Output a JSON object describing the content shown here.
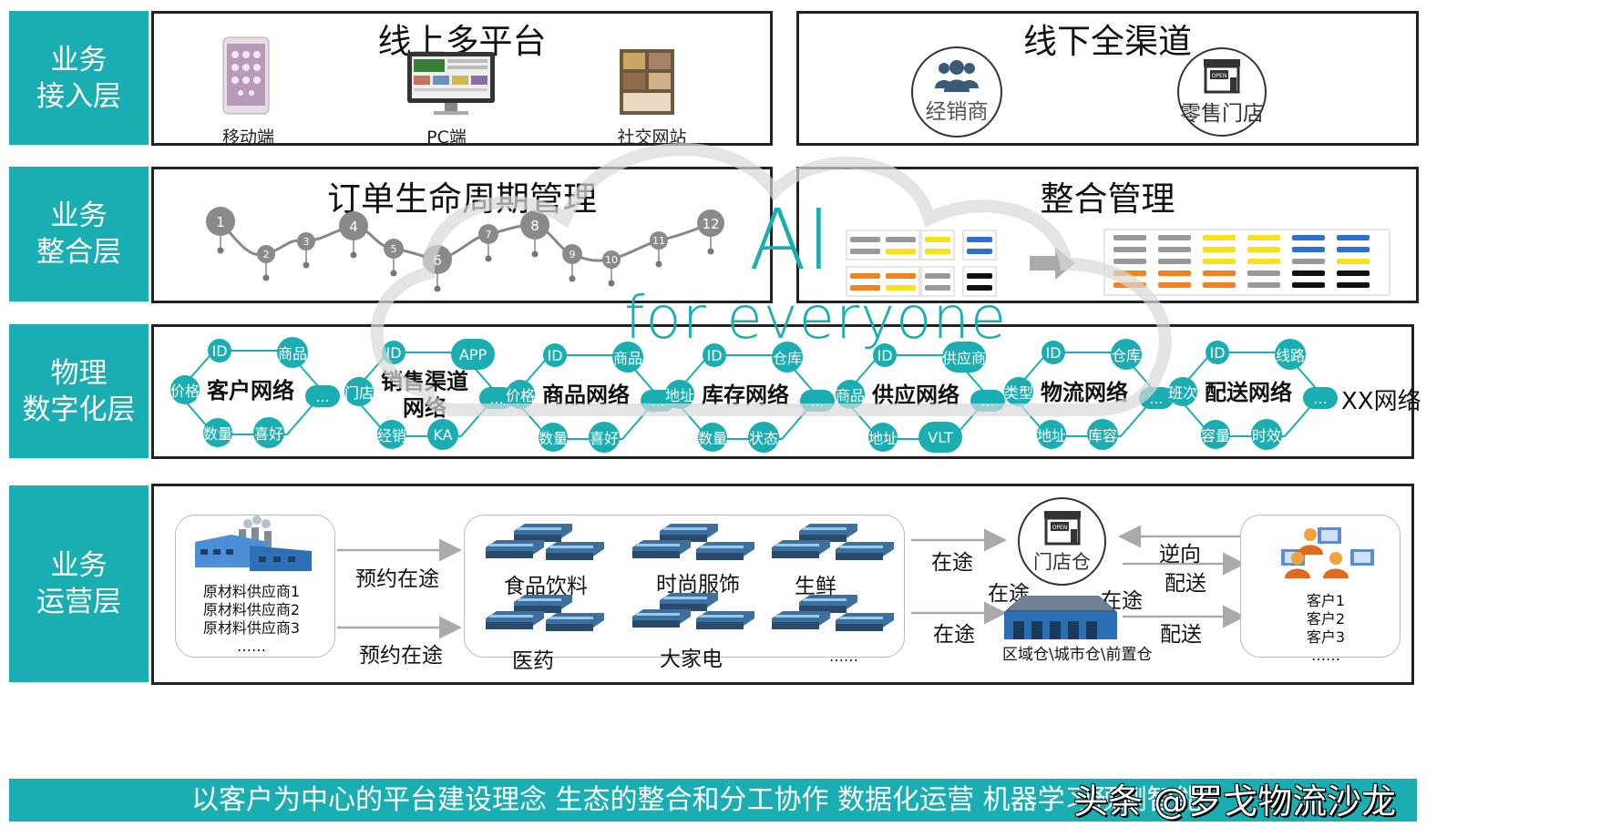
{
  "layers": [
    {
      "label": "业务\n接入层"
    },
    {
      "label": "业务\n整合层"
    },
    {
      "label": "物理\n数字化层"
    },
    {
      "label": "业务\n运营层"
    }
  ],
  "access": {
    "online_title": "线上多平台",
    "online_channels": [
      "移动端",
      "PC端",
      "社交网站"
    ],
    "offline_title": "线下全渠道",
    "offline_channels": [
      "经销商",
      "零售门店"
    ],
    "open_sign": "OPEN"
  },
  "integration": {
    "order_title": "订单生命周期管理",
    "order_steps": [
      "1",
      "2",
      "3",
      "4",
      "5",
      "6",
      "7",
      "8",
      "9",
      "10",
      "11",
      "12"
    ],
    "mgmt_title": "整合管理"
  },
  "watermark": {
    "line1": "AI",
    "line2": "for everyone"
  },
  "networks": [
    {
      "name": "客户网络",
      "tags": [
        "ID",
        "商品",
        "价格",
        "...",
        "数量",
        "喜好"
      ]
    },
    {
      "name": "销售渠道\n网络",
      "tags": [
        "ID",
        "APP",
        "门店",
        "...",
        "经销",
        "KA"
      ]
    },
    {
      "name": "商品网络",
      "tags": [
        "ID",
        "商品",
        "价格",
        "...",
        "数量",
        "喜好"
      ]
    },
    {
      "name": "库存网络",
      "tags": [
        "ID",
        "仓库",
        "地址",
        "...",
        "数量",
        "状态"
      ]
    },
    {
      "name": "供应网络",
      "tags": [
        "ID",
        "供应商",
        "商品",
        "...",
        "地址",
        "VLT"
      ]
    },
    {
      "name": "物流网络",
      "tags": [
        "ID",
        "仓库",
        "类型",
        "...",
        "地址",
        "库容"
      ]
    },
    {
      "name": "配送网络",
      "tags": [
        "ID",
        "线路",
        "班次",
        "...",
        "容量",
        "时效"
      ]
    }
  ],
  "networks_extra": "XX网络",
  "operations": {
    "suppliers": "原材料供应商1\n原材料供应商2\n原材料供应商3\n……",
    "flow_1": "预约在途",
    "flow_2": "预约在途",
    "categories": [
      "食品饮料",
      "时尚服饰",
      "生鲜",
      "医药",
      "大家电",
      "……"
    ],
    "transit_1": "在途",
    "transit_2": "在途",
    "transit_3": "在途",
    "transit_4": "在途",
    "store_warehouse": "门店仓",
    "dc_label": "区域仓\\城市仓\\前置仓",
    "reverse": "逆向",
    "deliver_1": "配送",
    "deliver_2": "配送",
    "customers": "客户1\n客户2\n客户3\n……"
  },
  "footer": "以客户为中心的平台建设理念  生态的整合和分工协作  数据化运营  机器学习预测智能",
  "credit": "头条 @罗戈物流沙龙",
  "colors": {
    "teal": "#1aaeb2",
    "grey": "#999999",
    "yellow": "#f7e11b",
    "orange": "#f4811f",
    "blue": "#2f6fd1",
    "black": "#111111"
  }
}
